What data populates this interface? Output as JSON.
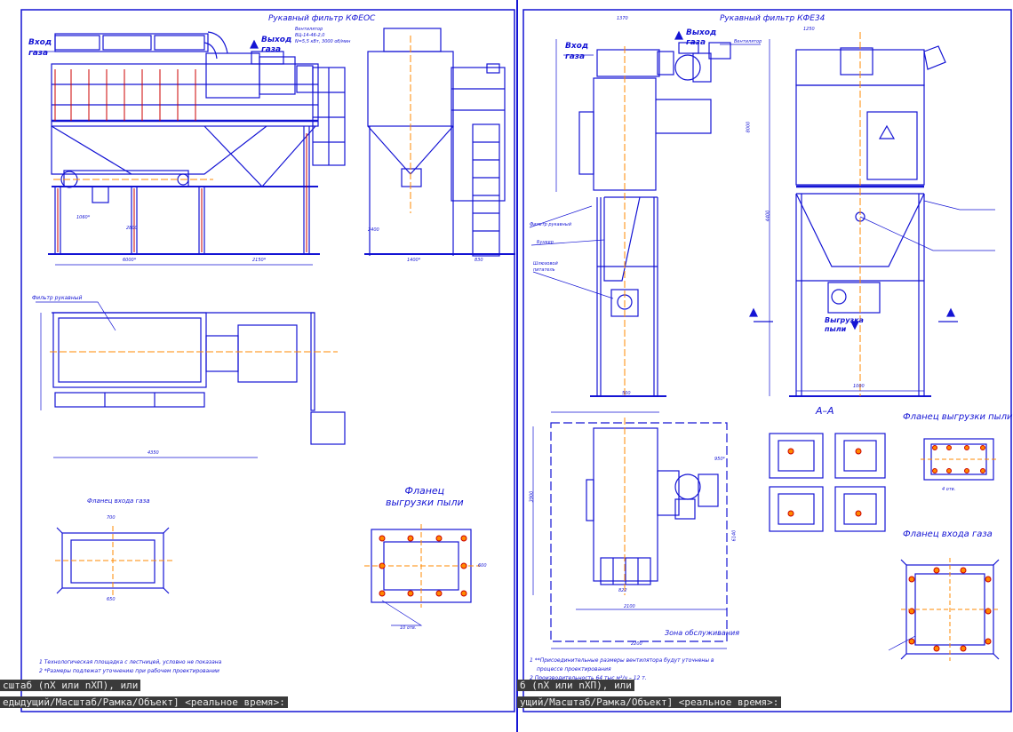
{
  "left_sheet": {
    "title": "Рукавный фильтр КФЕОС",
    "labels": {
      "inlet": "Вход\nгаза",
      "outlet": "Выход\nгаза",
      "fan_note": "Вентилятор\nВЦ-14-46-2,0\nN=5,5 кВт, 3000 об/мин",
      "view_filter": "Фильтр рукавный",
      "flange_inlet_title": "Фланец входа газа",
      "flange_outlet_title": "Фланец\nвыгрузки пыли",
      "note1": "1  Технологическая площадка с лестницей, условно не показана",
      "note2": "2  *Размеры подлежат уточнению при рабочем проектировании"
    },
    "dims": [
      "6000*",
      "2150*",
      "2800",
      "1060*",
      "4350",
      "2400",
      "1400*",
      "830",
      "700",
      "650",
      "600",
      "10 отв."
    ]
  },
  "right_sheet": {
    "title": "Рукавный фильтр КФЕ34",
    "labels": {
      "inlet": "Вход\nгаза",
      "outlet": "Выход\nгаза",
      "fan": "Вентилятор",
      "filter": "Фильтр рукавный",
      "bunker": "Бункер",
      "screw": "Шлюзовой\nпитатель",
      "dust_out": "Выгрузка\nпыли",
      "section": "А–А",
      "flange_dust": "Фланец выгрузки пыли",
      "flange_gas": "Фланец входа газа",
      "service_zone": "Зона обслуживания",
      "note1": "1  **Присоединительные размеры вентилятора будут уточнены в",
      "note1b": "процессе проектирования",
      "note2": "2  Производительность 64 тыс м³/ч – 12 т."
    },
    "dims": [
      "2200",
      "1370",
      "4400",
      "500",
      "1000",
      "950*",
      "3900",
      "6140",
      "8000",
      "2100",
      "822",
      "1250",
      "4 отв."
    ]
  },
  "command_line": {
    "line1_left": "сштаб (nX или nXП), или",
    "line1_right": "б (nX или nXП), или",
    "line2_left": "едыдущий/Масштаб/Рамка/Объект] <реальное время>:",
    "line2_right": "ущий/Масштаб/Рамка/Объект] <реальное время>:"
  },
  "colors": {
    "background": "#ffffff",
    "geometry": "#1414d4",
    "centerline": "#ff8800",
    "hatch": "#cc0000",
    "frame": "#1414d4"
  }
}
